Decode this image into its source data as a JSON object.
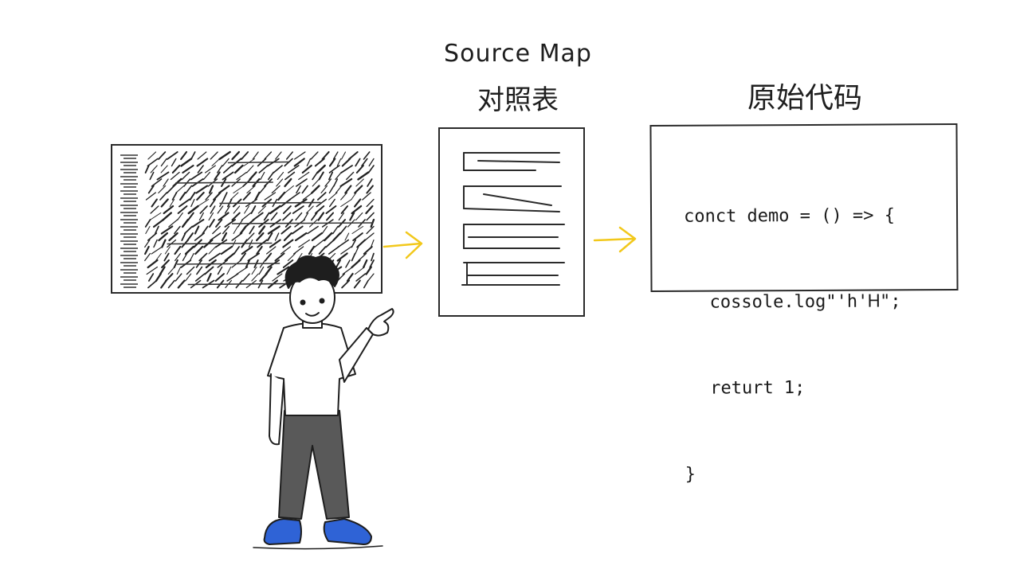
{
  "labels": {
    "source_map": "Source Map",
    "mapping_table": "对照表",
    "original_code": "原始代码"
  },
  "original_code": {
    "lines": [
      "conct demo = () => {",
      "cossole.log\"'h'Ꮋ\";",
      "returt 1;",
      "}"
    ]
  },
  "colors": {
    "arrow": "#f2c81b",
    "shoes": "#2f63d6",
    "pants": "#595959",
    "ink": "#2a2a2a"
  },
  "icons": {
    "minified_code": "scribbled-minified-code-icon",
    "mapping_document": "mapping-lines-document-icon",
    "arrow": "yellow-arrow-icon",
    "person": "pointing-person-illustration"
  }
}
